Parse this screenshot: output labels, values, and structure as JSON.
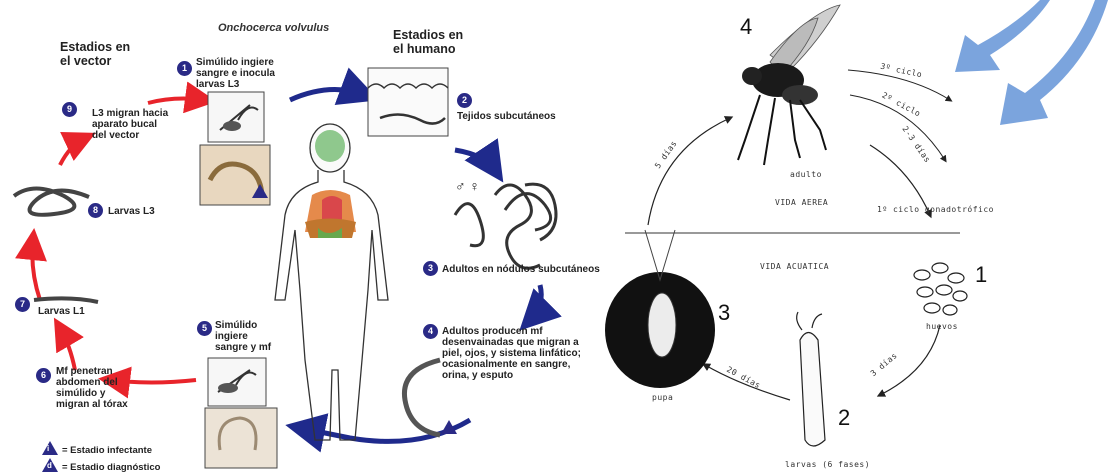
{
  "left": {
    "title": "Onchocerca volvulus",
    "stage_vector": "Estadios en el vector",
    "stage_human": "Estadios en el humano",
    "steps": [
      {
        "n": "1",
        "text": "Simúlido ingiere sangre e inocula larvas L3"
      },
      {
        "n": "2",
        "text": "Tejidos subcutáneos"
      },
      {
        "n": "3",
        "text": "Adultos en nódulos subcutáneos"
      },
      {
        "n": "4",
        "text": "Adultos producen mf desenvainadas que migran a piel, ojos, y sistema linfático; ocasionalmente en sangre, orina, y esputo"
      },
      {
        "n": "5",
        "text": "Simúlido ingiere sangre y mf"
      },
      {
        "n": "6",
        "text": "Mf penetran abdomen del simúlido y migran al tórax"
      },
      {
        "n": "7",
        "text": "Larvas L1"
      },
      {
        "n": "8",
        "text": "Larvas L3"
      },
      {
        "n": "9",
        "text": "L3 migran hacia aparato bucal del vector"
      }
    ],
    "sex_symbols": "♂ ♀",
    "legend": {
      "infective_mark": "i",
      "infective": "= Estadio infectante",
      "diagnostic_mark": "d",
      "diagnostic": "= Estadio diagnóstico"
    },
    "colors": {
      "blue_arrow": "#1f2a8c",
      "red_arrow": "#e8242b",
      "badge": "#2a2a86"
    }
  },
  "right": {
    "numbers": [
      "4",
      "1",
      "3",
      "2"
    ],
    "adult": "adulto",
    "eggs": "huevos",
    "pupa": "pupa",
    "larvae": "larvas (6 fases)",
    "aerial": "VIDA AEREA",
    "aquatic": "VIDA ACUATICA",
    "cycle1": "1º ciclo gonadotrófico",
    "cycle2": "2º ciclo",
    "cycle3": "3º ciclo",
    "d5": "5 días",
    "d23": "2-3 días",
    "d3": "3 días",
    "d20": "20 días",
    "accent": "#7ba4dd"
  }
}
